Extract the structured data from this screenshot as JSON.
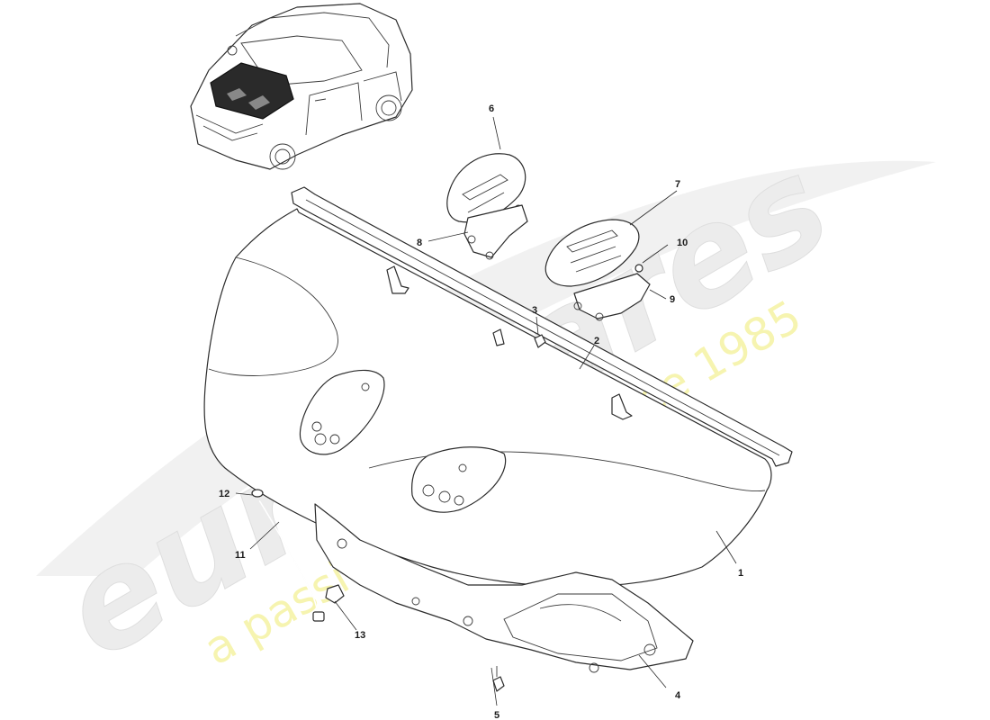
{
  "watermark": {
    "brand": "eurospares",
    "tagline": "a passion for parts since 1985",
    "brand_color": "#e9e9e9",
    "tagline_color": "#f4f2a8"
  },
  "callouts": [
    {
      "id": "1",
      "label": "1"
    },
    {
      "id": "2",
      "label": "2"
    },
    {
      "id": "3",
      "label": "3"
    },
    {
      "id": "4",
      "label": "4"
    },
    {
      "id": "5",
      "label": "5"
    },
    {
      "id": "6",
      "label": "6"
    },
    {
      "id": "7",
      "label": "7"
    },
    {
      "id": "8",
      "label": "8"
    },
    {
      "id": "9",
      "label": "9"
    },
    {
      "id": "10",
      "label": "10"
    },
    {
      "id": "11",
      "label": "11"
    },
    {
      "id": "12",
      "label": "12"
    },
    {
      "id": "13",
      "label": "13"
    }
  ]
}
